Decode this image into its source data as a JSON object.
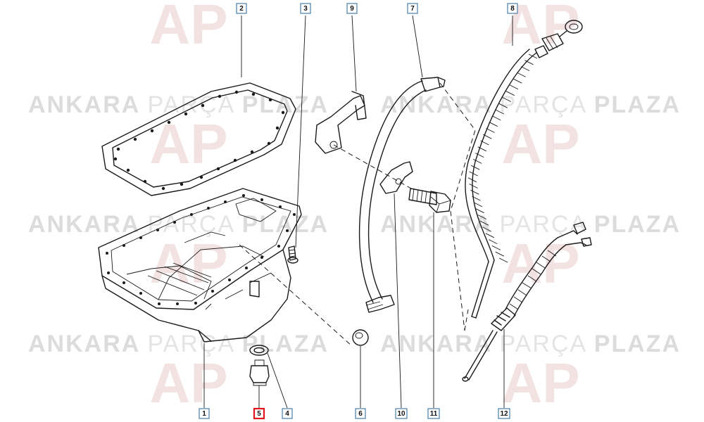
{
  "watermark": {
    "brand_left": "ANKARA",
    "brand_mid": "PARÇA",
    "brand_right": "PLAZA",
    "logo_letters": "AP",
    "color": "#dcdcdc"
  },
  "callouts": [
    {
      "number": "1"
    },
    {
      "number": "2"
    },
    {
      "number": "3"
    },
    {
      "number": "4"
    },
    {
      "number": "5",
      "highlighted": true
    },
    {
      "number": "6"
    },
    {
      "number": "7"
    },
    {
      "number": "8"
    },
    {
      "number": "9"
    },
    {
      "number": "10"
    },
    {
      "number": "11"
    },
    {
      "number": "12"
    }
  ],
  "colors": {
    "ink": "#1a1a1a",
    "callout_border": "#4a7fa8",
    "highlight": "#e0141e"
  }
}
